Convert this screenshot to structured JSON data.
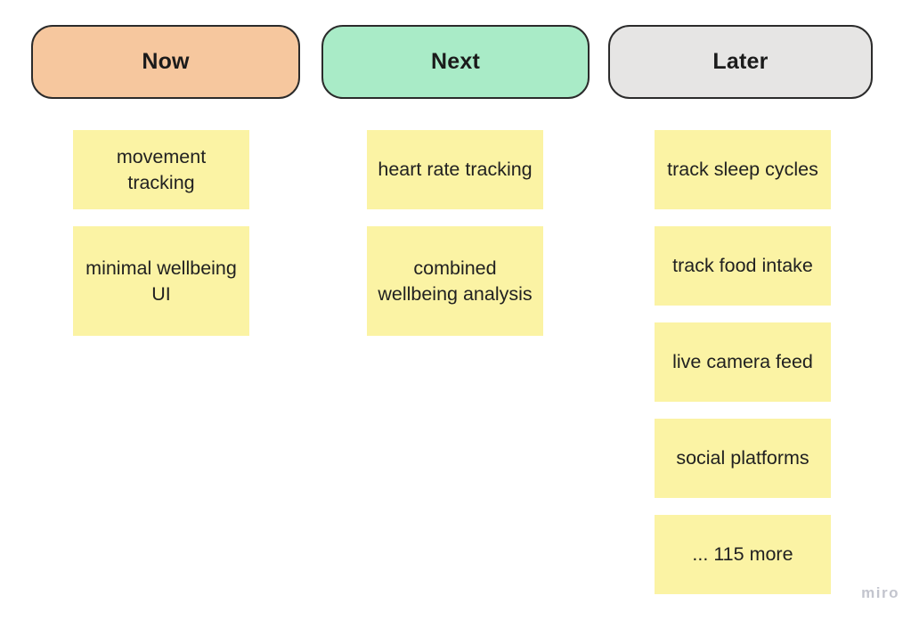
{
  "board": {
    "note_color": "#FBF3A4",
    "note_text_color": "#212121",
    "pill_border_color": "#2b2b2b",
    "columns": [
      {
        "id": "now",
        "label": "Now",
        "header_color": "#F6C79E",
        "notes": [
          "movement tracking",
          "minimal wellbeing UI"
        ]
      },
      {
        "id": "next",
        "label": "Next",
        "header_color": "#A9EBC7",
        "notes": [
          "heart rate tracking",
          "combined wellbeing analysis"
        ]
      },
      {
        "id": "later",
        "label": "Later",
        "header_color": "#E6E5E4",
        "notes": [
          "track sleep cycles",
          "track food intake",
          "live camera feed",
          "social platforms",
          "... 115 more"
        ]
      }
    ],
    "watermark": "miro"
  }
}
